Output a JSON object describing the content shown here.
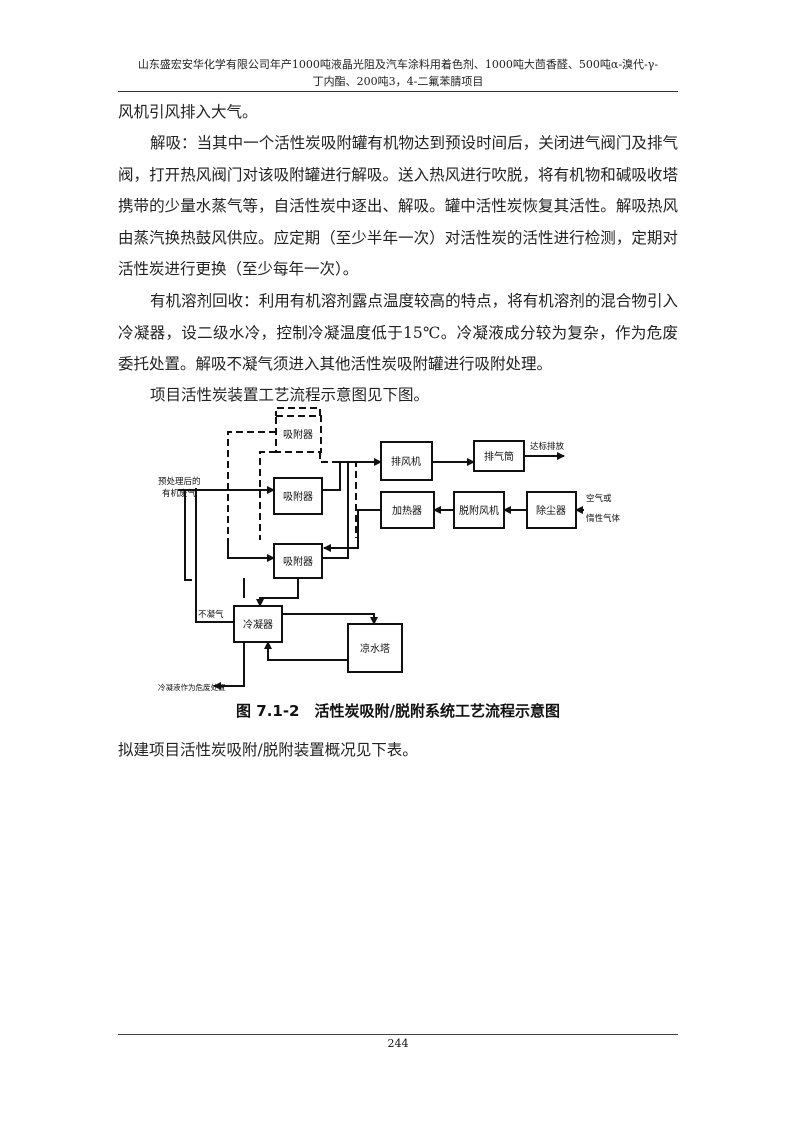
{
  "header": {
    "line1": "山东盛宏安华化学有限公司年产1000吨液晶光阻及汽车涂料用着色剂、1000吨大茴香醛、500吨α-溴代-γ-",
    "line2": "丁内酯、200吨3，4-二氟苯腈项目"
  },
  "paragraphs": {
    "p1": "风机引风排入大气。",
    "p2": "解吸：当其中一个活性炭吸附罐有机物达到预设时间后，关闭进气阀门及排气阀，打开热风阀门对该吸附罐进行解吸。送入热风进行吹脱，将有机物和碱吸收塔携带的少量水蒸气等，自活性炭中逐出、解吸。罐中活性炭恢复其活性。解吸热风由蒸汽换热鼓风供应。应定期（至少半年一次）对活性炭的活性进行检测，定期对活性炭进行更换（至少每年一次）。",
    "p3": "有机溶剂回收：利用有机溶剂露点温度较高的特点，将有机溶剂的混合物引入冷凝器，设二级水冷，控制冷凝温度低于15℃。冷凝液成分较为复杂，作为危废委托处置。解吸不凝气须进入其他活性炭吸附罐进行吸附处理。",
    "p4": "项目活性炭装置工艺流程示意图见下图。",
    "p5": "拟建项目活性炭吸附/脱附装置概况见下表。"
  },
  "diagram": {
    "adsorber_top": "吸附器",
    "adsorber_mid": "吸附器",
    "adsorber_bot": "吸附器",
    "exhaust_fan": "排风机",
    "exhaust_stack": "排气筒",
    "heater": "加热器",
    "desorb_fan": "脱附风机",
    "dust_remover": "除尘器",
    "condenser": "冷凝器",
    "cooling_tower": "凉水塔",
    "label_compliant": "达标排放",
    "label_inlet_line1": "预处理后的",
    "label_inlet_line2": "有机废气",
    "label_air_line1": "空气或",
    "label_air_line2": "惰性气体",
    "label_noncondensable": "不凝气",
    "label_condensate": "冷凝液作为危废处置"
  },
  "caption": "图 7.1-2　活性炭吸附/脱附系统工艺流程示意图",
  "footer": {
    "page_number": "244"
  }
}
